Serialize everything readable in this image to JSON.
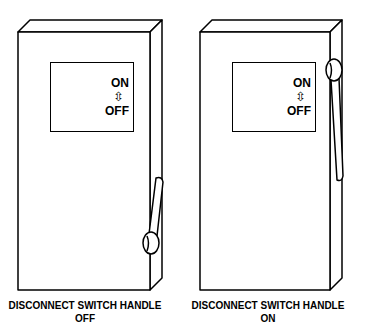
{
  "diagram": {
    "nodes": [
      {
        "text": [
          "ON",
          "⇳",
          "OFF"
        ]
      },
      {
        "text": [
          "ON",
          "⇳",
          "OFF"
        ]
      }
    ],
    "labels": [
      "DISCONNECT SWITCH HANDLE OFF",
      "DISCONNECT SWITCH HANDLE ON"
    ]
  }
}
